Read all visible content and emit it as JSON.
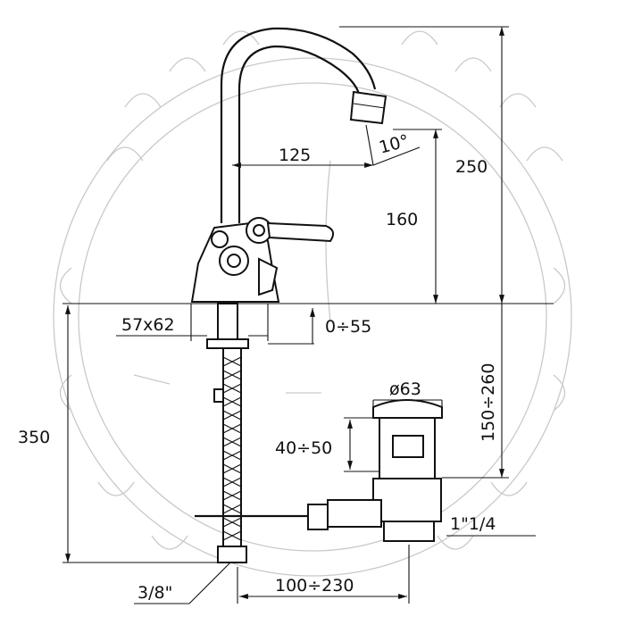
{
  "drawing": {
    "dimensions": {
      "spout_reach": "125",
      "spout_angle": "10°",
      "total_height": "250",
      "lever_height": "160",
      "base_size": "57x62",
      "deck_thickness": "0÷55",
      "waste_diameter": "ø63",
      "waste_height": "150÷260",
      "waste_body": "40÷50",
      "below_deck": "350",
      "waste_thread": "1\"1/4",
      "supply_thread": "3/8\"",
      "pipe_offset": "100÷230"
    }
  }
}
